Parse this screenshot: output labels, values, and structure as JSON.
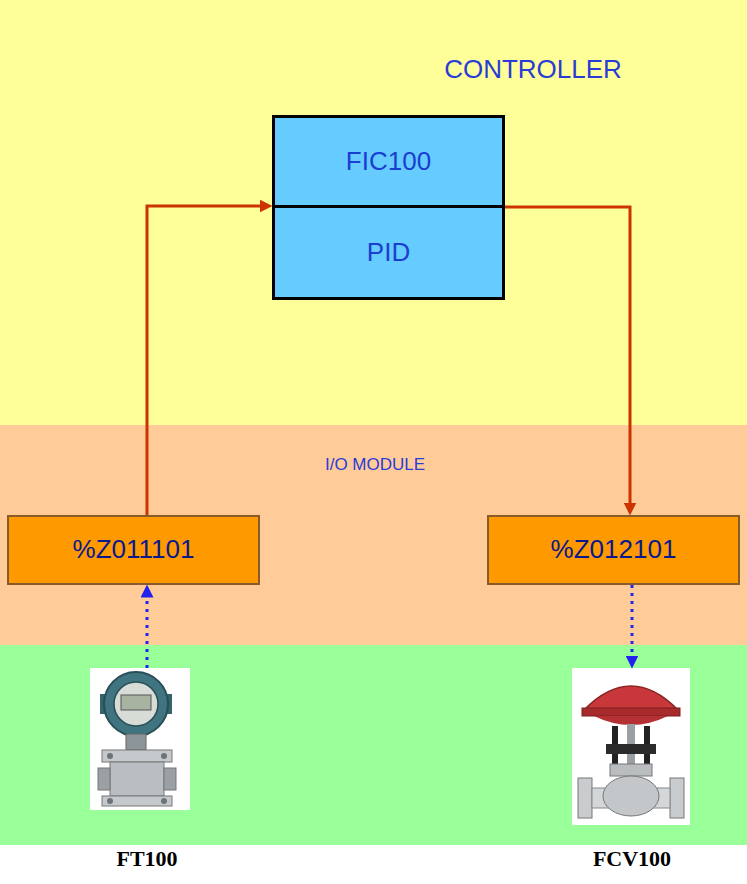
{
  "diagram": {
    "nodes": [
      {
        "text": [
          "CONTROLLER"
        ]
      },
      {
        "text": [
          "FIC100"
        ],
        "in": 0
      },
      {
        "text": [
          "PID"
        ],
        "in": 0
      },
      {
        "text": [
          "I/O MODULE"
        ]
      },
      {
        "text": [
          "%Z011101"
        ],
        "in": 3
      },
      {
        "text": [
          "%Z012101"
        ],
        "in": 3
      },
      {
        "text": [
          "FT100"
        ]
      },
      {
        "text": [
          "FCV100"
        ]
      }
    ],
    "edges": [
      {
        "from": 6,
        "to": 4,
        "arrow": "to"
      },
      {
        "from": 4,
        "to": 1,
        "arrow": "to"
      },
      {
        "from": 2,
        "to": 5,
        "arrow": "to"
      },
      {
        "from": 5,
        "to": 7,
        "arrow": "to"
      }
    ]
  }
}
